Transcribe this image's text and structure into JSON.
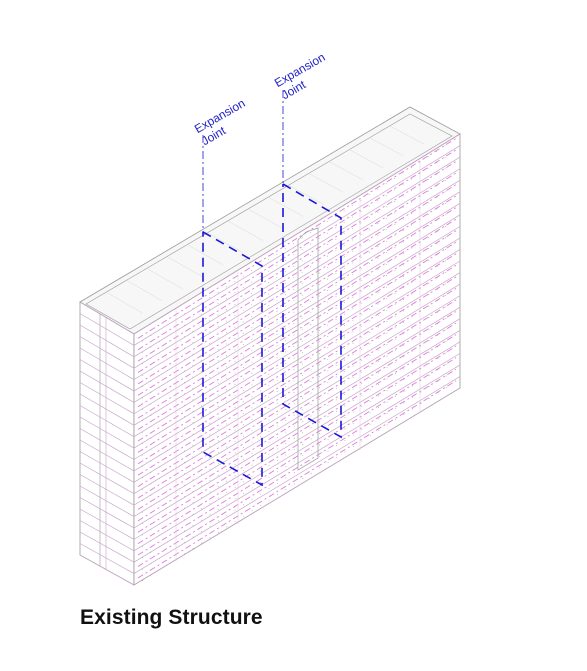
{
  "diagram": {
    "title": "Existing Structure",
    "joint_labels": [
      {
        "line1": "Expansion",
        "line2": "Joint"
      },
      {
        "line1": "Expansion",
        "line2": "Joint"
      }
    ],
    "floor_count": 22,
    "colors": {
      "outline": "#9a9a9a",
      "floor_line": "#c9a6c9",
      "pink_accent": "#e07ae0",
      "green_accent": "#6fbf6f",
      "joint_blue": "#1a1ad6",
      "roof_fill": "#f7f7f7"
    }
  }
}
